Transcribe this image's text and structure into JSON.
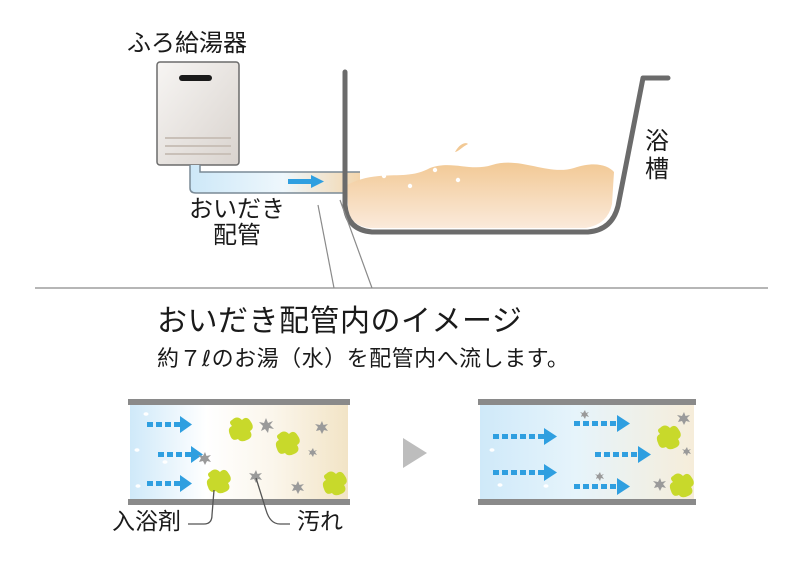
{
  "labels": {
    "heater": "ふろ給湯器",
    "pipe": "おいだき\n配管",
    "bathtub": "浴槽",
    "title": "おいだき配管内のイメージ",
    "subtitle": "約７ℓのお湯（水）を配管内へ流します。",
    "bath_additive": "入浴剤",
    "dirt": "汚れ"
  },
  "colors": {
    "outline": "#6b6b6b",
    "pipe_wall": "#8a8a8a",
    "water_light": "#dbeefa",
    "bath_water": "#f3cf9f",
    "arrow_blue": "#2f9fe0",
    "additive_green": "#c8d92b",
    "dirt_gray": "#9a9a9a",
    "heater_body": "#ece9e6",
    "play_arrow": "#bdbdbd"
  },
  "icons": {
    "flow_arrow": "arrow-right-dashed-icon",
    "additive": "green-blob-icon",
    "dirt": "gray-star-speck-icon",
    "transition": "play-triangle-icon"
  }
}
